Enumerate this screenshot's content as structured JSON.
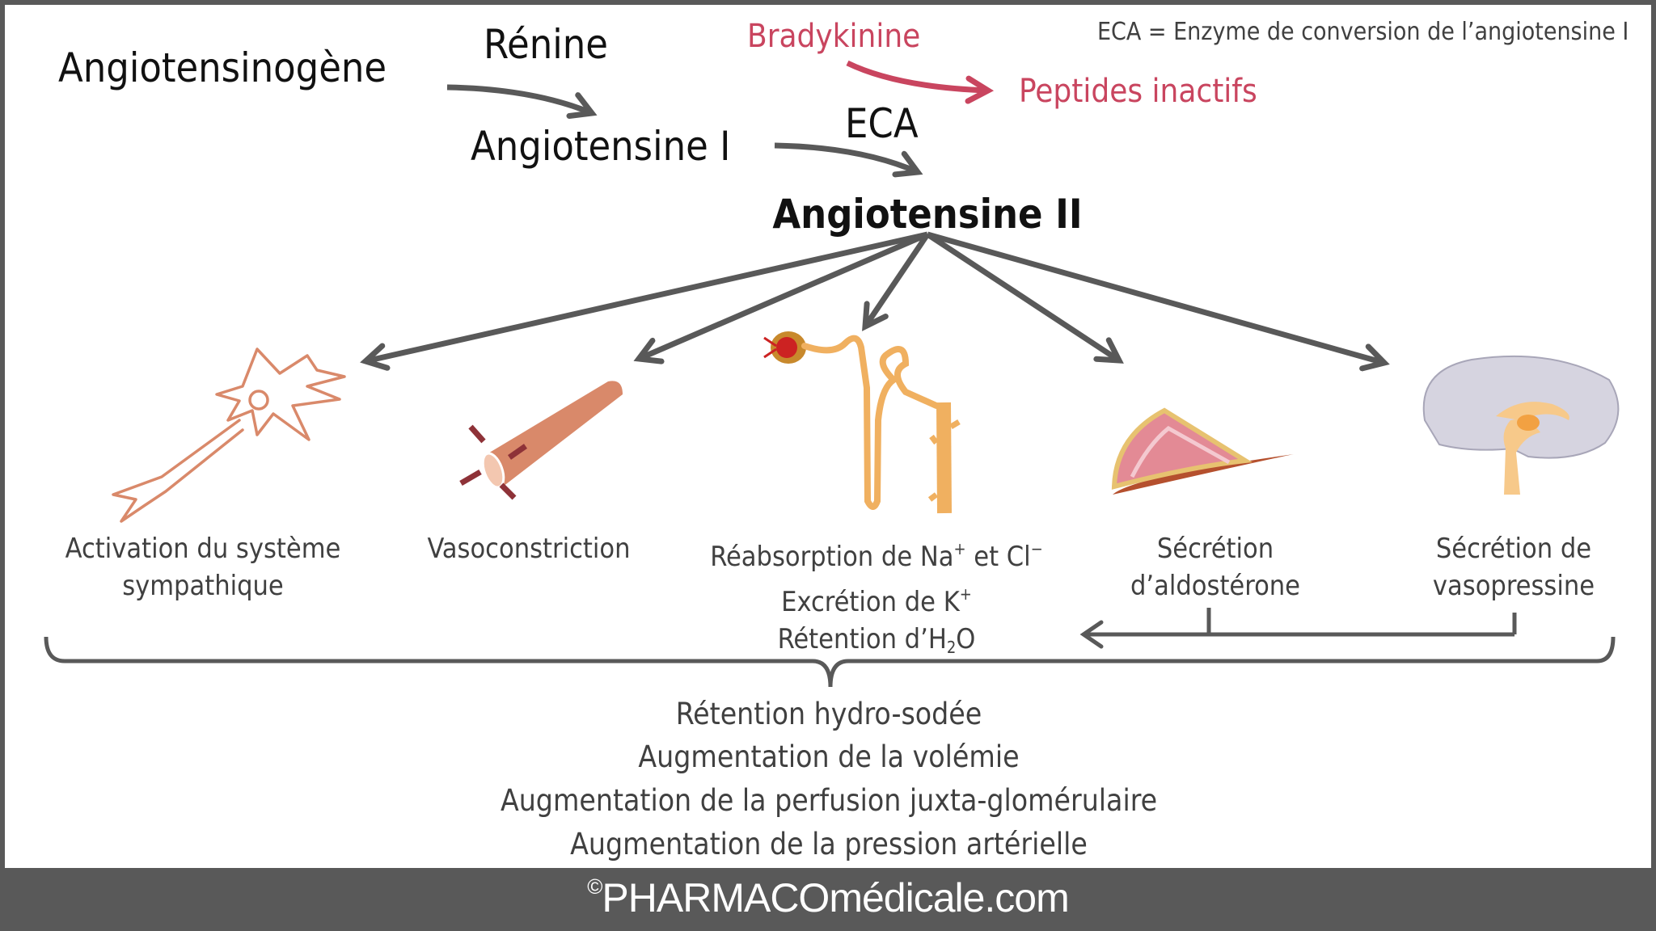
{
  "note": "ECA = Enzyme de conversion de l’angiotensine  I",
  "cascade": {
    "substrate": "Angiotensinogène",
    "enzyme1": "Rénine",
    "product1": "Angiotensine I",
    "enzyme2": "ECA",
    "product2": "Angiotensine II"
  },
  "side_reaction": {
    "substrate": "Bradykinine",
    "product": "Peptides inactifs"
  },
  "effects": [
    {
      "icon": "neuron-icon",
      "line1": "Activation du système",
      "line2": "sympathique"
    },
    {
      "icon": "blood-vessel-icon",
      "line1": "Vasoconstriction"
    },
    {
      "icon": "nephron-icon",
      "line1_a": "Réabsorption de Na",
      "line1_sup1": "+",
      "line1_b": " et Cl",
      "line1_sup2": "−",
      "line2_a": "Excrétion de K",
      "line2_sup": "+",
      "line3_a": "Rétention d’H",
      "line3_sub": "2",
      "line3_b": "O"
    },
    {
      "icon": "adrenal-gland-icon",
      "line1": "Sécrétion",
      "line2": "d’aldostérone"
    },
    {
      "icon": "brain-icon",
      "line1": "Sécrétion de",
      "line2": "vasopressine"
    }
  ],
  "outcomes": [
    "Rétention hydro-sodée",
    "Augmentation de la volémie",
    "Augmentation de la perfusion juxta-glomérulaire",
    "Augmentation de la pression artérielle"
  ],
  "footer": {
    "copyright": "©",
    "site": "PHARMACOmédicale.com"
  },
  "colors": {
    "arrow": "#595959",
    "highlight": "#c9455f",
    "frame": "#595959",
    "illustration": "#d9896a"
  }
}
